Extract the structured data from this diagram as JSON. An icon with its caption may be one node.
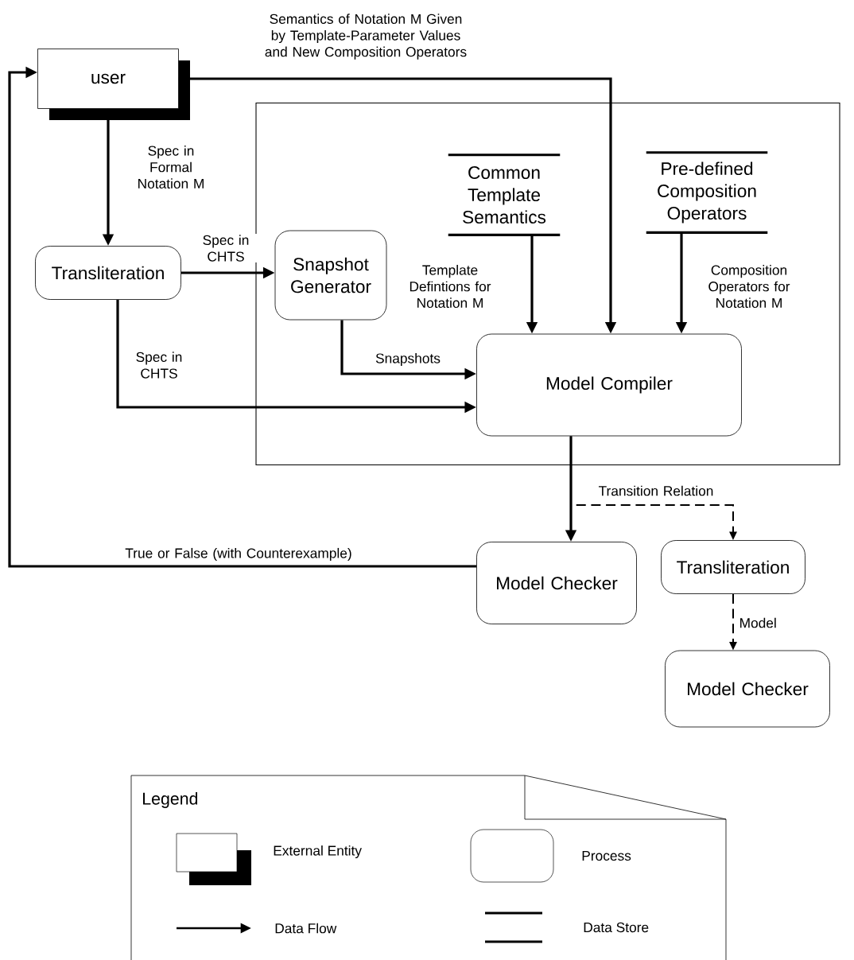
{
  "diagram": {
    "nodes": [
      {
        "text": [
          "user"
        ]
      },
      {
        "text": [],
        "shape": "box"
      },
      {
        "text": [
          "Transliteration"
        ]
      },
      {
        "text": [
          "Snapshot Generator"
        ],
        "in": 1
      },
      {
        "text": [
          "Common Template Semantics"
        ],
        "in": 1
      },
      {
        "text": [
          "Pre-defined Composition Operators"
        ],
        "in": 1
      },
      {
        "text": [
          "Model Compiler"
        ],
        "in": 1
      },
      {
        "text": [
          "Model Checker"
        ]
      },
      {
        "text": [
          "Transliteration"
        ]
      },
      {
        "text": [
          "Model Checker"
        ]
      }
    ],
    "edges": [
      {
        "from": 0,
        "to": 2,
        "arrow": "to",
        "label": "Spec in Formal Notation M"
      },
      {
        "from": 2,
        "to": 3,
        "arrow": "to",
        "label": "Spec in CHTS"
      },
      {
        "from": 2,
        "to": 6,
        "arrow": "to",
        "label": "Spec in CHTS"
      },
      {
        "from": 3,
        "to": 6,
        "arrow": "to",
        "label": "Snapshots"
      },
      {
        "from": 4,
        "to": 6,
        "arrow": "to",
        "label": "Template Defintions for Notation M"
      },
      {
        "from": 0,
        "to": 6,
        "arrow": "to",
        "label": "Semantics of Notation M Given by Template-Parameter Values and New Composition Operators"
      },
      {
        "from": 5,
        "to": 6,
        "arrow": "to",
        "label": "Composition Operators for Notation M"
      },
      {
        "from": 6,
        "to": 7,
        "arrow": "to"
      },
      {
        "from": 6,
        "to": 8,
        "arrow": "to",
        "label": "Transition Relation",
        "style": "dashed"
      },
      {
        "from": 8,
        "to": 9,
        "arrow": "to",
        "label": "Model",
        "style": "dashed"
      },
      {
        "from": 7,
        "to": 0,
        "arrow": "to",
        "label": "True or False (with Counterexample)"
      }
    ],
    "labels": [
      "Legend"
    ],
    "legend": [
      {
        "text": "External Entity"
      },
      {
        "text": "Process"
      },
      {
        "text": "Data Flow"
      },
      {
        "text": "Data Store"
      }
    ]
  }
}
